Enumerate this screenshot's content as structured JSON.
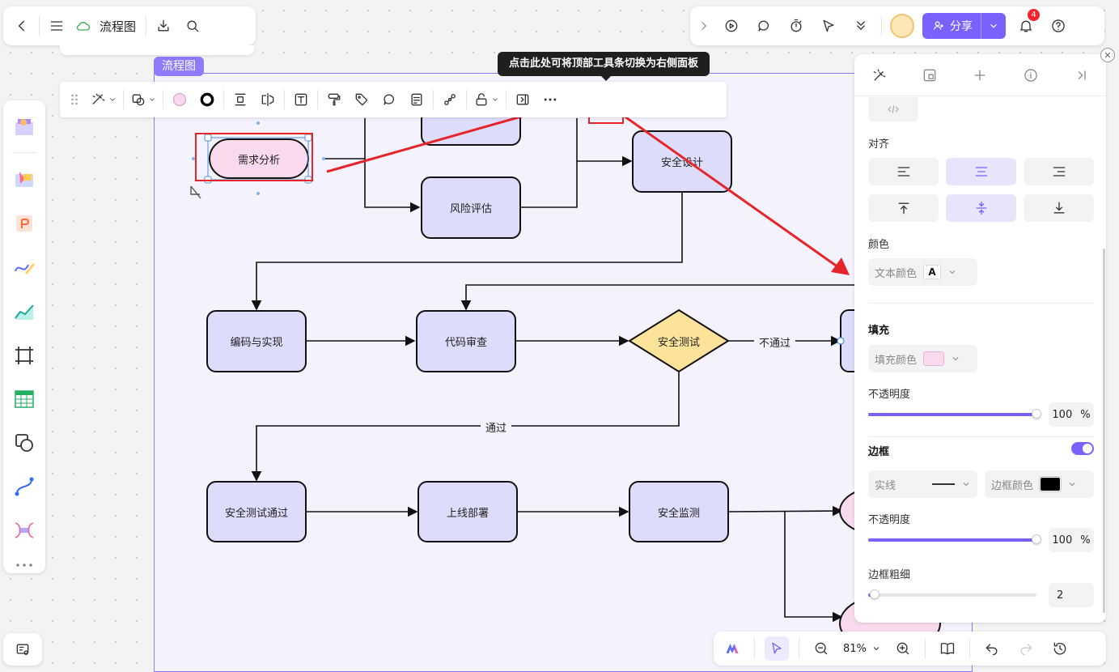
{
  "top_left": {
    "doc_title": "流程图"
  },
  "top_right": {
    "share_label": "分享",
    "notification_count": "4"
  },
  "frame": {
    "tag": "流程图"
  },
  "tooltip": {
    "text": "点击此处可将顶部工具条切换为右侧面板"
  },
  "colors": {
    "accent": "#7b61ff",
    "frame_fill": "#f4f2fd",
    "node_fill": "#dedcfb",
    "pill_fill": "#f9d9ee",
    "diamond_fill": "#fde29a",
    "annotation_red": "#e5252a"
  },
  "flowchart": {
    "nodes": {
      "req": "需求分析",
      "risk": "风险评估",
      "design": "安全设计",
      "code": "编码与实现",
      "review": "代码审查",
      "test": "安全测试",
      "passed": "安全测试通过",
      "deploy": "上线部署",
      "monitor": "安全监测"
    },
    "labels": {
      "fail": "不通过",
      "pass": "通过"
    }
  },
  "right_panel": {
    "align_label": "对齐",
    "color_label": "颜色",
    "text_color_label": "文本颜色",
    "text_color_glyph": "A",
    "fill_title": "填充",
    "fill_color_label": "填充颜色",
    "fill_color": "#f9d9ee",
    "opacity_label": "不透明度",
    "fill_opacity": "100",
    "percent": "%",
    "border_title": "边框",
    "border_style_label": "实线",
    "border_color_label": "边框颜色",
    "border_color": "#000000",
    "border_opacity_label": "不透明度",
    "border_opacity": "100",
    "border_width_label": "边框粗细",
    "border_width": "2",
    "fill_opacity_level": 1.0,
    "border_opacity_level": 1.0,
    "border_width_level": 0.04
  },
  "bottom_bar": {
    "zoom": "81%"
  }
}
